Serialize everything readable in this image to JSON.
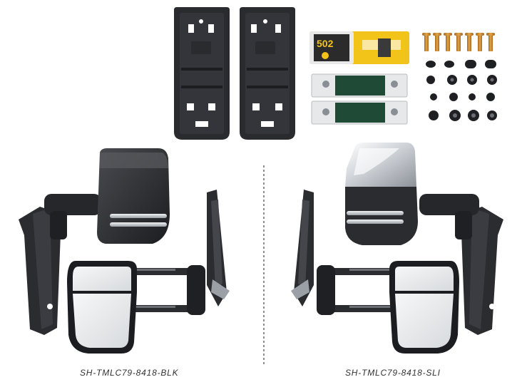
{
  "products": [
    {
      "sku": "SH-TMLC79-8418-BLK",
      "finish_color": "#2e2f31"
    },
    {
      "sku": "SH-TMLC79-8418-SLI",
      "finish_color": "#c9ccd1"
    }
  ],
  "kit": {
    "adhesive_label": "502"
  },
  "colors": {
    "plastic_black": "#1f2023",
    "plastic_dark": "#2b2c30",
    "chrome": "#d7dadf",
    "glass": "#e9ebee",
    "foam_green": "#1f4a35",
    "brass": "#c8862c"
  }
}
